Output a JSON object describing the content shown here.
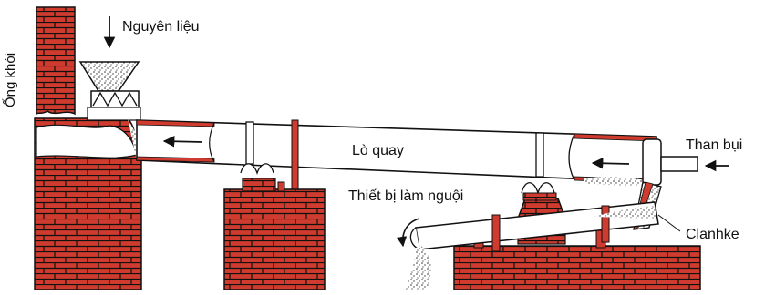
{
  "labels": {
    "chimney": "Ống khói",
    "raw_material": "Nguyên liệu",
    "kiln": "Lò quay",
    "coal_powder": "Than bụi",
    "cooler": "Thiết bị làm nguội",
    "clinker": "Clanhke"
  },
  "colors": {
    "brick": "#cf3b2e",
    "outline": "#111111",
    "background": "#ffffff",
    "material": "#555555"
  }
}
